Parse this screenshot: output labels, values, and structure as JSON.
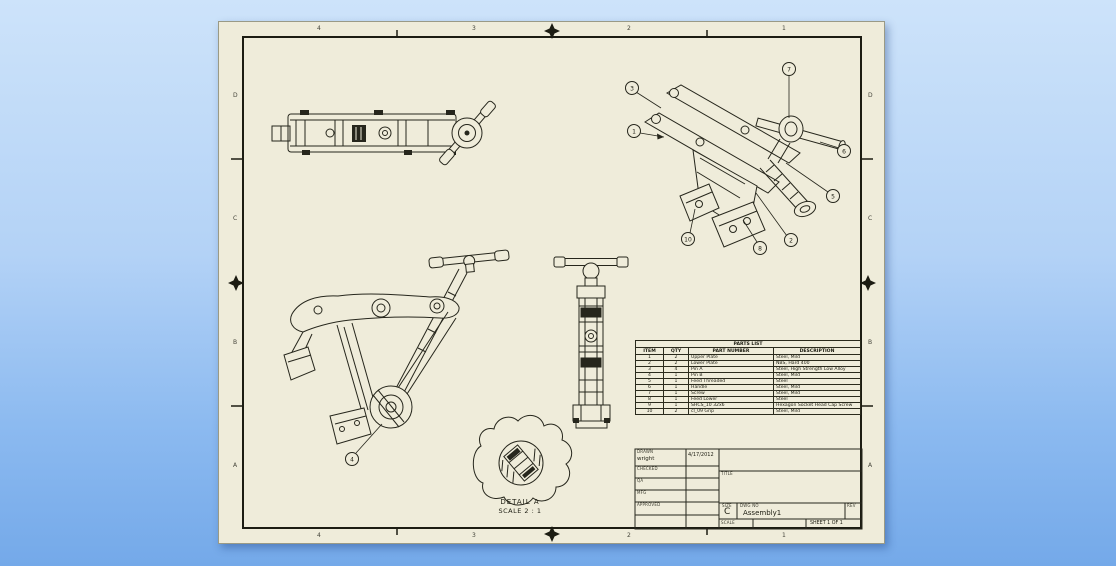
{
  "colors": {
    "page_top": "#cde3fa",
    "page_bottom": "#74a9e9",
    "sheet": "#efecda",
    "line": "#26261c"
  },
  "sheet": {
    "zone_numbers_top": [
      "4",
      "3",
      "2",
      "1"
    ],
    "zone_numbers_bottom": [
      "4",
      "3",
      "2",
      "1"
    ],
    "zone_letters_left": [
      "D",
      "C",
      "B",
      "A"
    ],
    "zone_letters_right": [
      "D",
      "C",
      "B",
      "A"
    ]
  },
  "parts_list": {
    "title": "PARTS LIST",
    "columns": [
      "ITEM",
      "QTY",
      "PART NUMBER",
      "DESCRIPTION"
    ],
    "rows": [
      {
        "item": "1",
        "qty": "2",
        "part": "Upper Plate",
        "desc": "Steel, Mild"
      },
      {
        "item": "2",
        "qty": "2",
        "part": "Lower Plate",
        "desc": "NBS, Hard 400"
      },
      {
        "item": "3",
        "qty": "4",
        "part": "Pin A",
        "desc": "Steel, High Strength Low Alloy"
      },
      {
        "item": "4",
        "qty": "1",
        "part": "Pin B",
        "desc": "Steel, Mild"
      },
      {
        "item": "5",
        "qty": "1",
        "part": "Feed Threaded",
        "desc": "Steel"
      },
      {
        "item": "6",
        "qty": "1",
        "part": "Handle",
        "desc": "Steel, Mild"
      },
      {
        "item": "7",
        "qty": "1",
        "part": "Screw",
        "desc": "Steel, Mild"
      },
      {
        "item": "8",
        "qty": "1",
        "part": "Feed Lower",
        "desc": "Steel"
      },
      {
        "item": "9",
        "qty": "1",
        "part": "SHCS_10 32x6",
        "desc": "Hexagon Socket Head Cap Screw"
      },
      {
        "item": "10",
        "qty": "2",
        "part": "cl_09 Grip",
        "desc": "Steel, Mild"
      }
    ]
  },
  "balloons": [
    {
      "num": "3"
    },
    {
      "num": "1"
    },
    {
      "num": "7"
    },
    {
      "num": "6"
    },
    {
      "num": "5"
    },
    {
      "num": "10"
    },
    {
      "num": "8"
    },
    {
      "num": "2"
    },
    {
      "num": "4"
    }
  ],
  "detail_view": {
    "label": "DETAIL  A",
    "scale": "SCALE 2 : 1"
  },
  "title_block": {
    "labels": {
      "drawn": "DRAWN",
      "checked": "CHECKED",
      "qa": "QA",
      "mfg": "MFG",
      "approved": "APPROVED",
      "title": "TITLE",
      "size": "SIZE",
      "dwg_no": "DWG NO",
      "rev": "REV",
      "scale": "SCALE"
    },
    "drawn_by": "wright",
    "drawn_date": "4/17/2012",
    "size": "C",
    "dwg_no": "Assembly1",
    "sheet_of": "SHEET 1 OF 1"
  }
}
